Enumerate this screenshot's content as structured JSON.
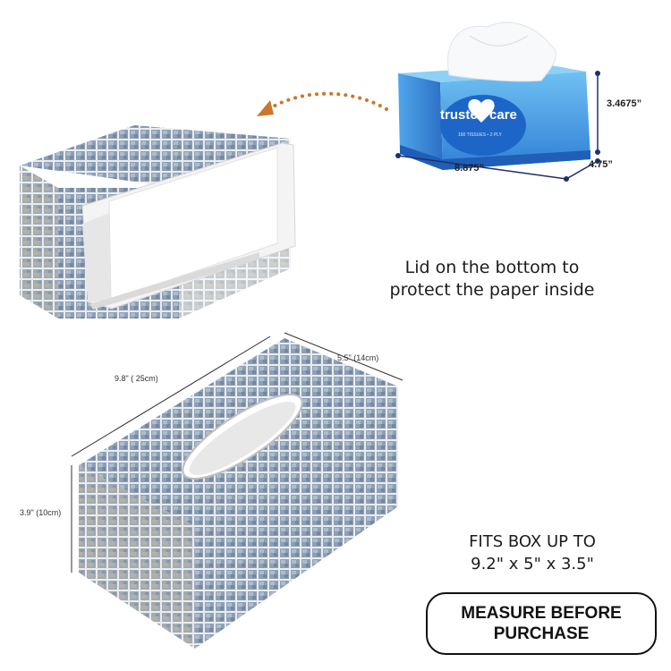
{
  "tissue_box": {
    "brand": "trusted care",
    "subtitle": "160 TISSUES • 2 PLY",
    "dimension_height": "3.4675”",
    "dimension_length": "8.875”",
    "dimension_width": "4.75”"
  },
  "lid_caption": {
    "line1": "Lid on the bottom to",
    "line2": "protect the paper inside"
  },
  "cover_dimensions": {
    "length": "9.8\" ( 25cm)",
    "width": "5.5\" (14cm)",
    "height": "3.9\" (10cm)"
  },
  "fits_caption": {
    "line1": "FITS BOX UP TO",
    "line2": "9.2\" x 5\" x 3.5\""
  },
  "measure_badge": {
    "line1": "MEASURE BEFORE",
    "line2": "PURCHASE"
  },
  "colors": {
    "mosaic_base": "#8a9bb0",
    "tissue_box_blue": "#3a8fe0",
    "arrow_orange": "#c9772d",
    "dimension_line": "#1f2f6b"
  }
}
